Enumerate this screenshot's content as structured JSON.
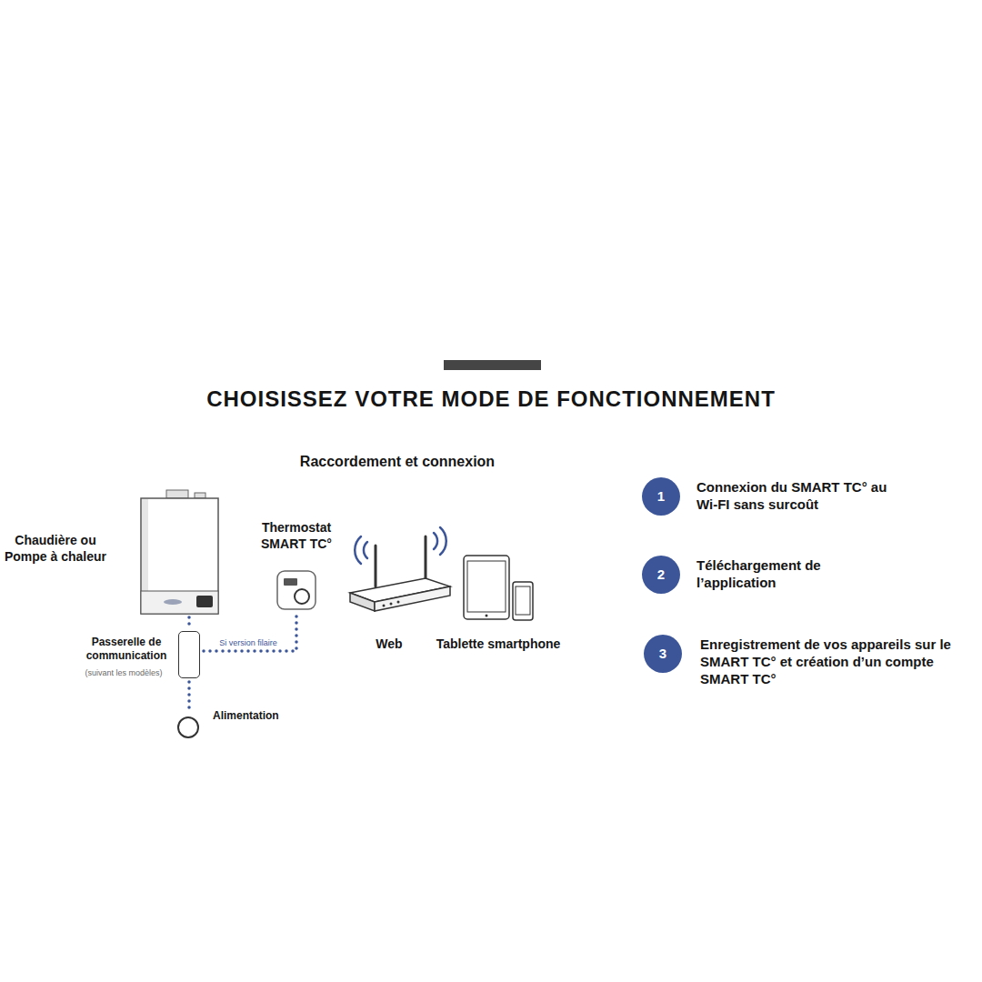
{
  "diagram": {
    "title": "CHOISISSEZ VOTRE MODE DE FONCTIONNEMENT",
    "nodes": [
      {
        "text": [
          "Chaudière ou Pompe à chaleur"
        ]
      },
      {
        "text": [
          "Thermostat SMART TC°"
        ]
      },
      {
        "text": [
          "Passerelle de communication",
          "(suivant les modèles)"
        ]
      },
      {
        "text": [
          "Web"
        ]
      },
      {
        "text": [
          "Tablette smartphone"
        ]
      },
      {
        "text": [
          "Alimentation"
        ]
      },
      {
        "text": [
          "1"
        ]
      },
      {
        "text": [
          "2"
        ]
      },
      {
        "text": [
          "3"
        ]
      }
    ],
    "edges": [
      {
        "from": 0,
        "to": 2,
        "arrow": "none"
      },
      {
        "from": 2,
        "to": 1,
        "label": "Si version filaire",
        "arrow": "none"
      },
      {
        "from": 2,
        "to": 5,
        "arrow": "none"
      }
    ],
    "labels": [
      "Raccordement et connexion",
      "Connexion du SMART TC° au Wi-FI sans surcoût",
      "Téléchargement de l’application",
      "Enregistrement de vos appareils sur le SMART TC° et création d’un compte SMART TC°"
    ]
  }
}
